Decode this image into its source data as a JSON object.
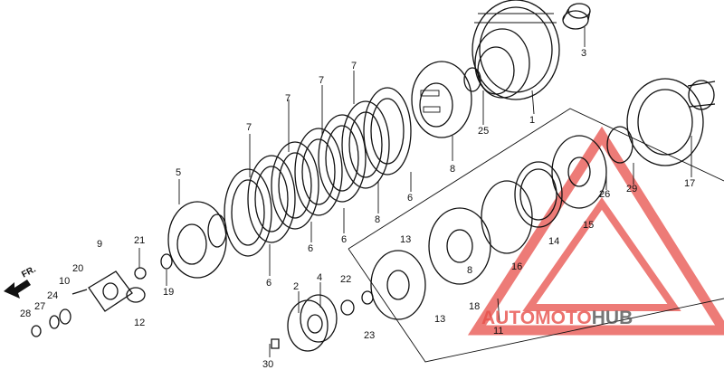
{
  "callouts": [
    {
      "id": "c1",
      "text": "1"
    },
    {
      "id": "c2",
      "text": "2"
    },
    {
      "id": "c3",
      "text": "3"
    },
    {
      "id": "c4",
      "text": "4"
    },
    {
      "id": "c5",
      "text": "5"
    },
    {
      "id": "c6a",
      "text": "6"
    },
    {
      "id": "c6b",
      "text": "6"
    },
    {
      "id": "c6c",
      "text": "6"
    },
    {
      "id": "c6d",
      "text": "6"
    },
    {
      "id": "c7a",
      "text": "7"
    },
    {
      "id": "c7b",
      "text": "7"
    },
    {
      "id": "c7c",
      "text": "7"
    },
    {
      "id": "c7d",
      "text": "7"
    },
    {
      "id": "c8a",
      "text": "8"
    },
    {
      "id": "c8b",
      "text": "8"
    },
    {
      "id": "c8c",
      "text": "8"
    },
    {
      "id": "c9",
      "text": "9"
    },
    {
      "id": "c10",
      "text": "10"
    },
    {
      "id": "c11",
      "text": "11"
    },
    {
      "id": "c12",
      "text": "12"
    },
    {
      "id": "c13a",
      "text": "13"
    },
    {
      "id": "c13b",
      "text": "13"
    },
    {
      "id": "c14",
      "text": "14"
    },
    {
      "id": "c15",
      "text": "15"
    },
    {
      "id": "c16",
      "text": "16"
    },
    {
      "id": "c17",
      "text": "17"
    },
    {
      "id": "c18",
      "text": "18"
    },
    {
      "id": "c19",
      "text": "19"
    },
    {
      "id": "c20",
      "text": "20"
    },
    {
      "id": "c21",
      "text": "21"
    },
    {
      "id": "c22",
      "text": "22"
    },
    {
      "id": "c23",
      "text": "23"
    },
    {
      "id": "c24",
      "text": "24"
    },
    {
      "id": "c25",
      "text": "25"
    },
    {
      "id": "c26",
      "text": "26"
    },
    {
      "id": "c27",
      "text": "27"
    },
    {
      "id": "c28",
      "text": "28"
    },
    {
      "id": "c29",
      "text": "29"
    },
    {
      "id": "c30",
      "text": "30"
    }
  ],
  "direction_label": "FR.",
  "watermark": {
    "part1": "AUTO",
    "part2": "MOTO",
    "part3": "HUB",
    "color_red": "#e8504a",
    "color_gray": "#555555"
  }
}
